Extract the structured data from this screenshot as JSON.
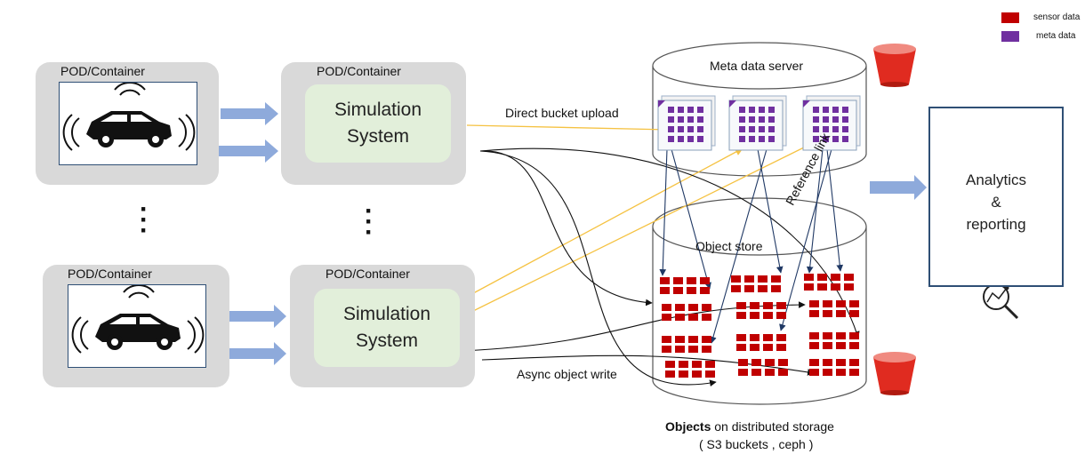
{
  "pods": [
    {
      "label": "POD/Container"
    },
    {
      "label": "POD/Container"
    },
    {
      "label": "POD/Container"
    },
    {
      "label": "POD/Container"
    }
  ],
  "simulation": [
    {
      "line1": "Simulation",
      "line2": "System"
    },
    {
      "line1": "Simulation",
      "line2": "System"
    }
  ],
  "meta_server": {
    "label": "Meta data server"
  },
  "object_store": {
    "label": "Object store"
  },
  "arrows": {
    "direct_upload": "Direct bucket upload",
    "async_write": "Async object write",
    "reference_link": "Reference link"
  },
  "storage_caption": {
    "bold": "Objects",
    "rest": " on distributed storage",
    "line2": "( S3 buckets , ceph )"
  },
  "analytics": {
    "line1": "Analytics",
    "line2": "&",
    "line3": "reporting"
  },
  "legend": [
    {
      "label": "sensor data",
      "color": "#c00000"
    },
    {
      "label": "meta data",
      "color": "#7030a0"
    }
  ],
  "colors": {
    "pod_bg": "#d9d9d9",
    "sim_bg": "#e2efda",
    "block_arrow": "#8eaadb",
    "upload_line": "#f5c242",
    "sensor": "#c00000",
    "meta": "#7030a0",
    "bucket": "#e02b20",
    "link": "#1f3864"
  },
  "icons": [
    "car-icon",
    "bucket-icon",
    "analytics-search-icon",
    "meta-document-icon"
  ]
}
